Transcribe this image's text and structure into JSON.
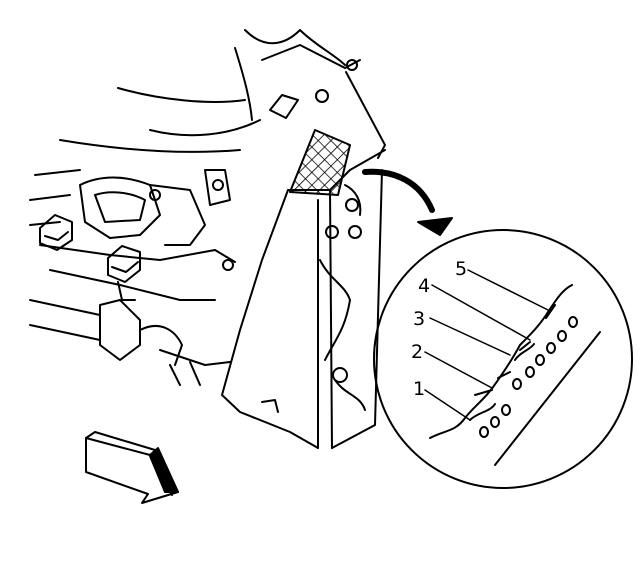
{
  "callouts": [
    {
      "label": "1"
    },
    {
      "label": "2"
    },
    {
      "label": "3"
    },
    {
      "label": "4"
    },
    {
      "label": "5"
    }
  ],
  "colors": {
    "ink": "#000000",
    "paper": "#ffffff"
  },
  "icons": [
    "direction-arrow-icon",
    "detail-arrow-icon"
  ]
}
